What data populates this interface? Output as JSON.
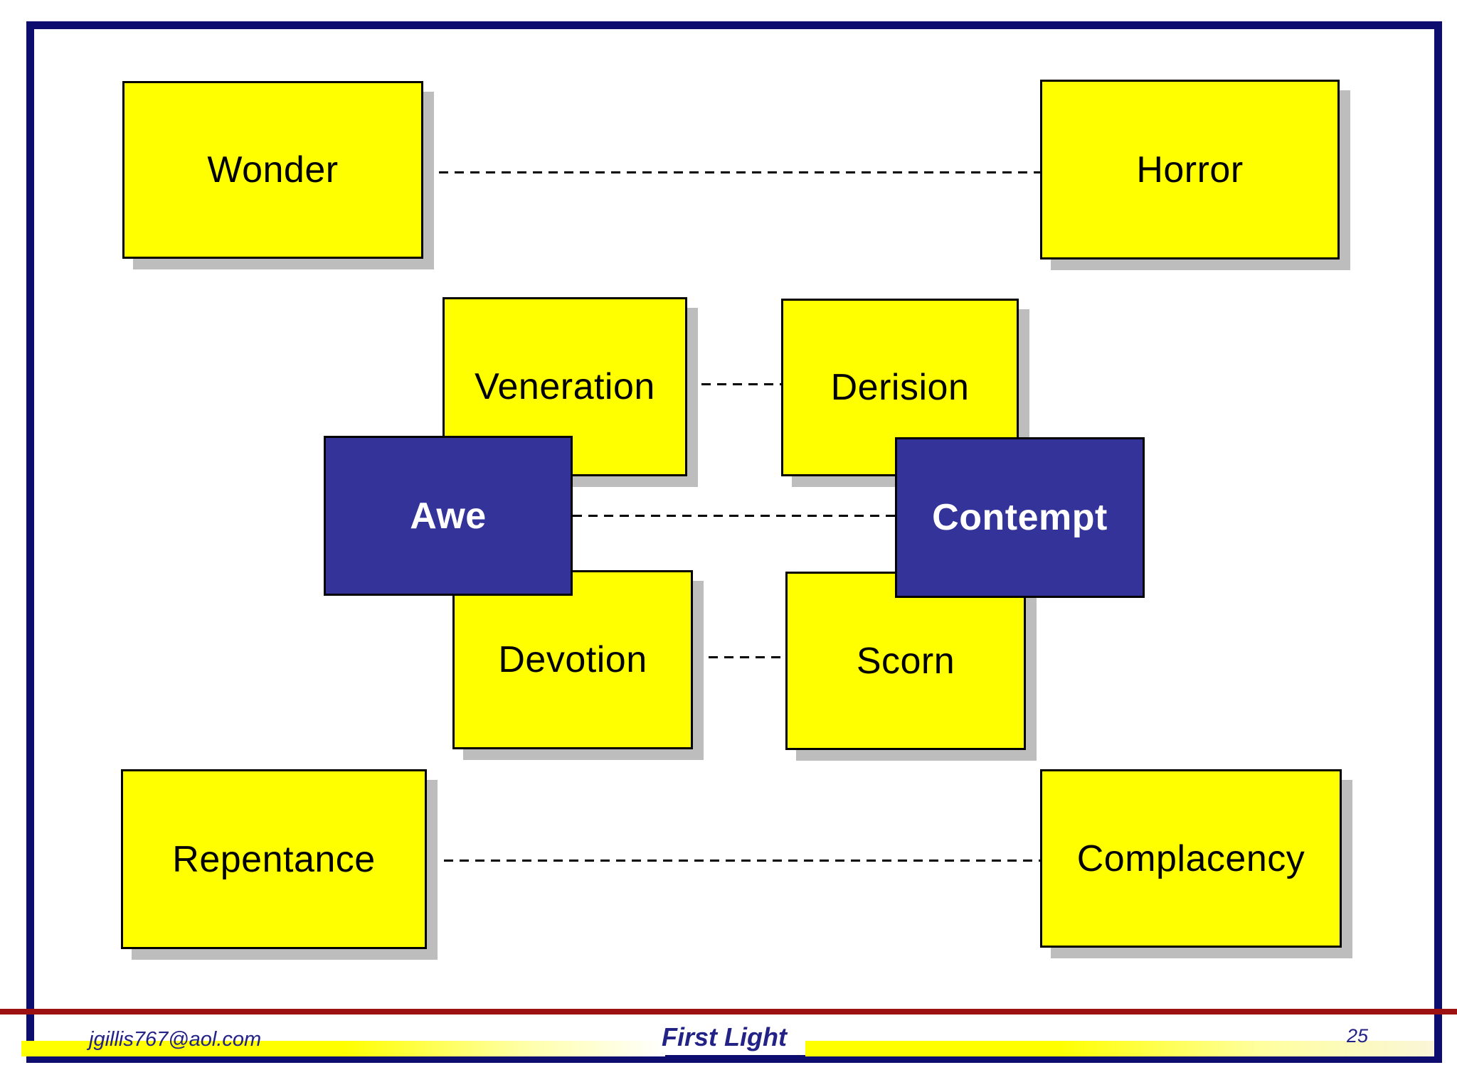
{
  "slide": {
    "footer": {
      "email": "jgillis767@aol.com",
      "title": "First Light",
      "page_number": "25"
    },
    "colors": {
      "box_yellow": "#ffff00",
      "box_blue": "#333399",
      "border_navy": "#0d0d70",
      "rule_red": "#9e1111",
      "shadow_gray": "#bdbdbd",
      "footer_text_navy": "#232387",
      "connector_black": "#000000"
    }
  },
  "diagram": {
    "nodes": [
      {
        "id": "wonder",
        "label": "Wonder",
        "style": "yellow"
      },
      {
        "id": "horror",
        "label": "Horror",
        "style": "yellow"
      },
      {
        "id": "veneration",
        "label": "Veneration",
        "style": "yellow"
      },
      {
        "id": "derision",
        "label": "Derision",
        "style": "yellow"
      },
      {
        "id": "awe",
        "label": "Awe",
        "style": "blue"
      },
      {
        "id": "contempt",
        "label": "Contempt",
        "style": "blue"
      },
      {
        "id": "devotion",
        "label": "Devotion",
        "style": "yellow"
      },
      {
        "id": "scorn",
        "label": "Scorn",
        "style": "yellow"
      },
      {
        "id": "repentance",
        "label": "Repentance",
        "style": "yellow"
      },
      {
        "id": "complacency",
        "label": "Complacency",
        "style": "yellow"
      }
    ],
    "connections": [
      {
        "from": "Wonder",
        "to": "Horror",
        "style": "dashed"
      },
      {
        "from": "Veneration",
        "to": "Derision",
        "style": "dashed"
      },
      {
        "from": "Awe",
        "to": "Contempt",
        "style": "dashed"
      },
      {
        "from": "Devotion",
        "to": "Scorn",
        "style": "dashed"
      },
      {
        "from": "Repentance",
        "to": "Complacency",
        "style": "dashed"
      }
    ]
  }
}
